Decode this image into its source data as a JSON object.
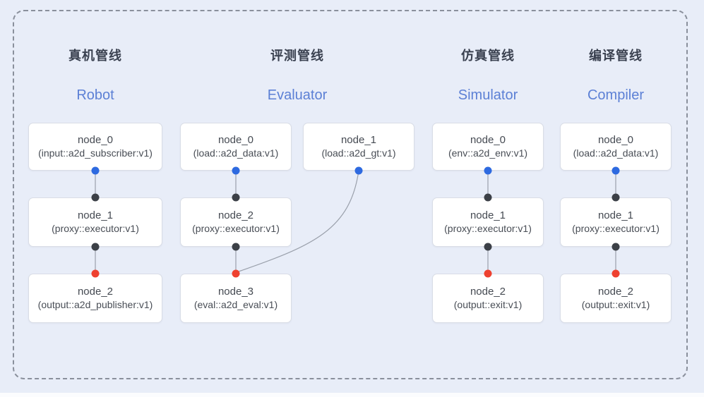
{
  "pipelines": [
    {
      "title_zh": "真机管线",
      "title_en": "Robot",
      "nodes": [
        {
          "name": "node_0",
          "type": "(input::a2d_subscriber:v1)"
        },
        {
          "name": "node_1",
          "type": "(proxy::executor:v1)"
        },
        {
          "name": "node_2",
          "type": "(output::a2d_publisher:v1)"
        }
      ]
    },
    {
      "title_zh": "评测管线",
      "title_en": "Evaluator",
      "nodes": [
        {
          "name": "node_0",
          "type": "(load::a2d_data:v1)"
        },
        {
          "name": "node_1",
          "type": "(load::a2d_gt:v1)"
        },
        {
          "name": "node_2",
          "type": "(proxy::executor:v1)"
        },
        {
          "name": "node_3",
          "type": "(eval::a2d_eval:v1)"
        }
      ]
    },
    {
      "title_zh": "仿真管线",
      "title_en": "Simulator",
      "nodes": [
        {
          "name": "node_0",
          "type": "(env::a2d_env:v1)"
        },
        {
          "name": "node_1",
          "type": "(proxy::executor:v1)"
        },
        {
          "name": "node_2",
          "type": "(output::exit:v1)"
        }
      ]
    },
    {
      "title_zh": "编译管线",
      "title_en": "Compiler",
      "nodes": [
        {
          "name": "node_0",
          "type": "(load::a2d_data:v1)"
        },
        {
          "name": "node_1",
          "type": "(proxy::executor:v1)"
        },
        {
          "name": "node_2",
          "type": "(output::exit:v1)"
        }
      ]
    }
  ],
  "colors": {
    "background": "#e8edf8",
    "panel_dashed_border": "#8a909c",
    "node_background": "#ffffff",
    "node_border": "#d9dde6",
    "node_text": "#454a52",
    "title_text": "#3a4150",
    "subtitle_text": "#5c80d5",
    "connector": "#9aa0ab",
    "port_blue": "#2e6ae0",
    "port_black": "#3c4047",
    "port_red": "#ee4130"
  }
}
